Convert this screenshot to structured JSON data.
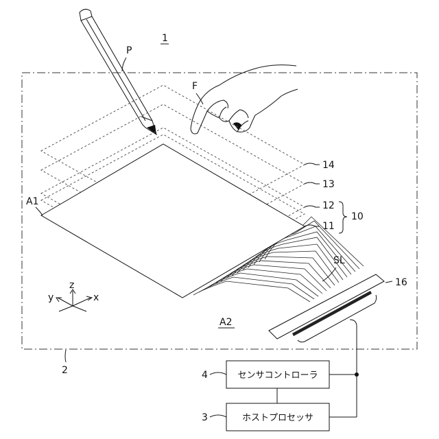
{
  "labels": {
    "device": "1",
    "pen": "P",
    "finger": "F",
    "layer14": "14",
    "layer13": "13",
    "layer12": "12",
    "layer11": "11",
    "sensor": "10",
    "area1": "A1",
    "area2": "A2",
    "signal_lines": "SL",
    "connector": "16",
    "housing": "2",
    "axis_x": "x",
    "axis_y": "y",
    "axis_z": "z",
    "controller_num": "4",
    "processor_num": "3"
  },
  "boxes": {
    "sensor_controller": "センサコントローラ",
    "host_processor": "ホストプロセッサ"
  }
}
